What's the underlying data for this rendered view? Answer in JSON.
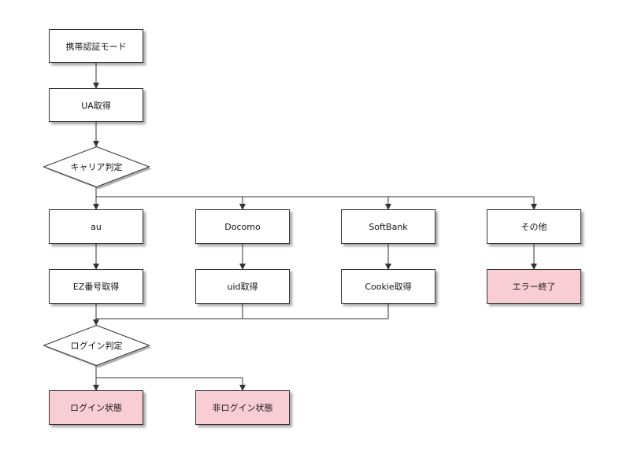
{
  "colors": {
    "line": "#333333",
    "terminal_fill": "#f9cdd4",
    "box_fill": "#ffffff"
  },
  "nodes": {
    "start": "携帯認証モード",
    "get_ua": "UA取得",
    "carrier_check": "キャリア判定",
    "au": "au",
    "docomo": "Docomo",
    "softbank": "SoftBank",
    "other": "その他",
    "get_ez": "EZ番号取得",
    "get_uid": "uid取得",
    "get_cookie": "Cookie取得",
    "error_end": "エラー終了",
    "login_check": "ログイン判定",
    "logged_in": "ログイン状態",
    "not_logged_in": "非ログイン状態"
  }
}
